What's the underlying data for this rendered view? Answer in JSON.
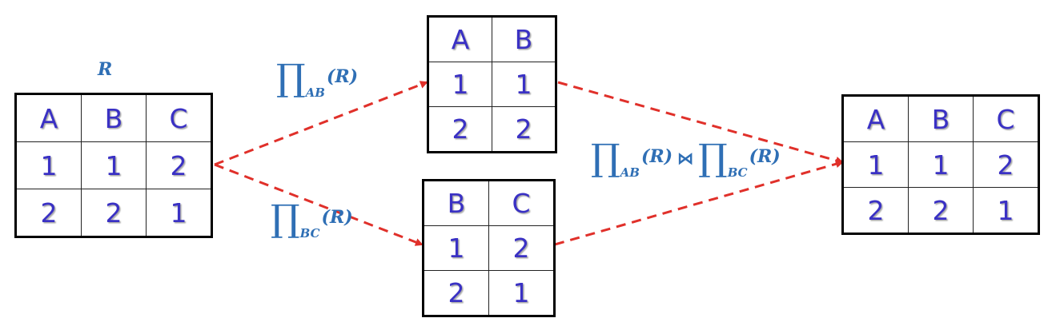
{
  "relation_r": {
    "name": "R",
    "header": [
      "A",
      "B",
      "C"
    ],
    "rows": [
      [
        "1",
        "1",
        "2"
      ],
      [
        "2",
        "2",
        "1"
      ]
    ]
  },
  "projection_ab": {
    "header": [
      "A",
      "B"
    ],
    "rows": [
      [
        "1",
        "1"
      ],
      [
        "2",
        "2"
      ]
    ]
  },
  "projection_bc": {
    "header": [
      "B",
      "C"
    ],
    "rows": [
      [
        "1",
        "2"
      ],
      [
        "2",
        "1"
      ]
    ]
  },
  "join_result": {
    "header": [
      "A",
      "B",
      "C"
    ],
    "rows": [
      [
        "1",
        "1",
        "2"
      ],
      [
        "2",
        "2",
        "1"
      ]
    ]
  },
  "labels": {
    "pi": "∏",
    "sub_ab": "AB",
    "sub_bc": "BC",
    "arg": "(R)",
    "join_symbol": "⋈"
  },
  "colors": {
    "arrow": "#e0302a",
    "cell_text": "#3a31c4",
    "label": "#2f6fb5"
  }
}
